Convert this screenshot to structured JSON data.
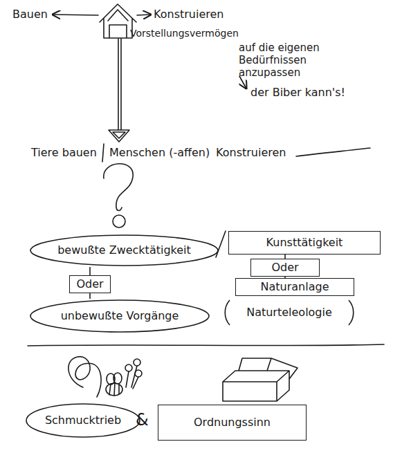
{
  "diagram": {
    "nodes": [
      {
        "text": [
          "bewußte Zwecktätigkeit"
        ]
      },
      {
        "text": [
          "Oder"
        ]
      },
      {
        "text": [
          "unbewußte Vorgänge"
        ]
      },
      {
        "text": [
          "Kunsttätigkeit"
        ]
      },
      {
        "text": [
          "Oder"
        ]
      },
      {
        "text": [
          "Naturanlage"
        ]
      },
      {
        "text": [
          "Naturteleologie"
        ]
      },
      {
        "text": [
          "Schmucktrieb"
        ]
      },
      {
        "text": [
          "Ordnungssinn"
        ]
      }
    ],
    "edges": [
      {
        "from": 0,
        "to": 1,
        "arrow": "none"
      },
      {
        "from": 1,
        "to": 2,
        "arrow": "none"
      },
      {
        "from": 3,
        "to": 4,
        "arrow": "none"
      },
      {
        "from": 4,
        "to": 5,
        "arrow": "none"
      }
    ],
    "labels": [
      "Bauen",
      "Konstruieren",
      "Vorstellungsvermögen",
      "auf die eigenen Bedürfnissen anzupassen",
      "der Biber kann's!",
      "Tiere bauen",
      "Menschen (-affen)",
      "Konstruieren",
      "&"
    ]
  }
}
